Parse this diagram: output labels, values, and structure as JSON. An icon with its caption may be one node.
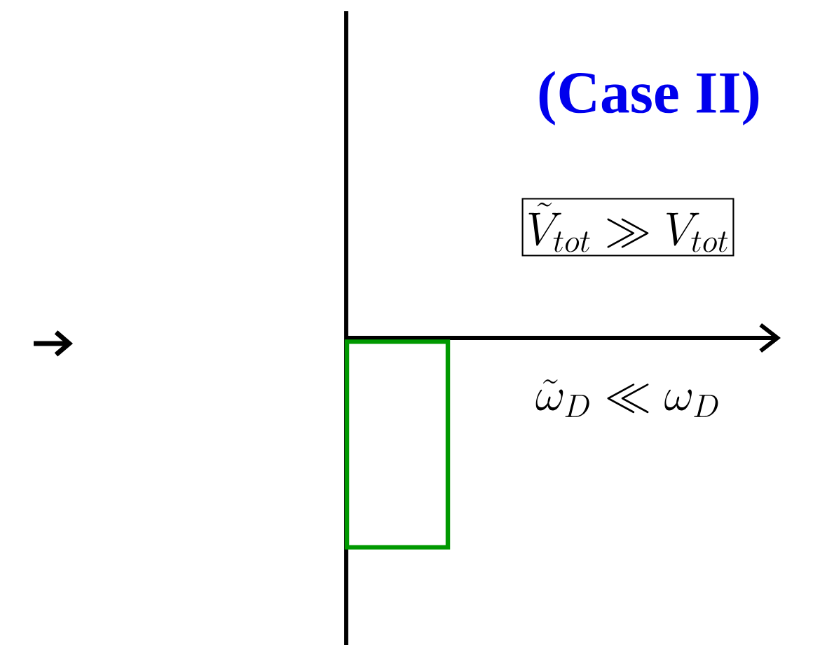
{
  "diagram": {
    "title": "(Case II)",
    "nodes": [
      {
        "text": [
          "\\tilde{V}_{tot} \\gg V_{tot}"
        ]
      },
      {
        "text": [],
        "shape": "box"
      }
    ],
    "edges": [],
    "labels": [
      "\\tilde{\\omega}_D \\ll \\omega_D"
    ]
  }
}
